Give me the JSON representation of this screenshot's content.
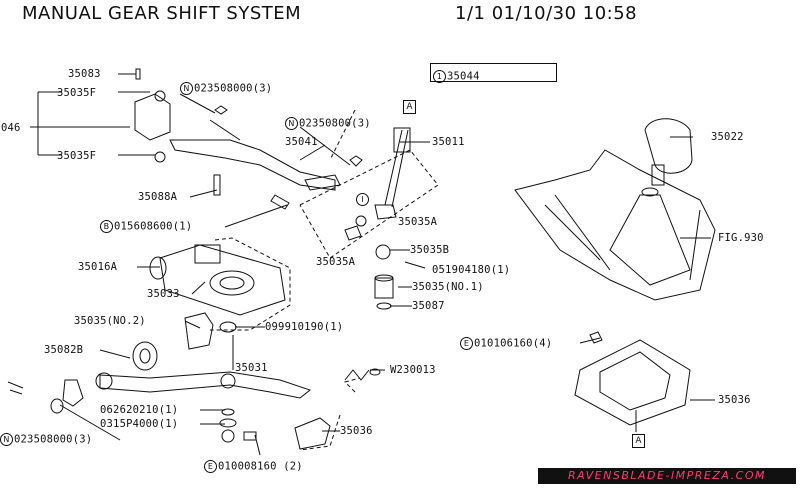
{
  "header": {
    "title": "MANUAL GEAR SHIFT SYSTEM",
    "stamp": "1/1 01/10/30 10:58"
  },
  "part_box": {
    "marker": "1",
    "number": "35044"
  },
  "markers": {
    "a_top": "A",
    "a_bottom": "A"
  },
  "labels": {
    "p35083": "35083",
    "p35035f_top": "35035F",
    "p046": "046",
    "p35035f_bot": "35035F",
    "n023508000_3": "023508000(3)",
    "n0235080000_3": "02350800(3)",
    "p35041": "35041",
    "p35011": "35011",
    "p35022": "35022",
    "p35088a": "35088A",
    "b015608600": "015608600(1)",
    "p35035a_r": "35035A",
    "fig930": "FIG.930",
    "p35016a": "35016A",
    "p35035a_l": "35035A",
    "p35035b": "35035B",
    "p051904180": "051904180(1)",
    "p35033": "35033",
    "p35035_no1": "35035(NO.1)",
    "p35087": "35087",
    "p35035_no2": "35035(NO.2)",
    "p099910190": "099910190(1)",
    "e010106160": "010106160(4)",
    "p35082b": "35082B",
    "p35031": "35031",
    "w230013": "W230013",
    "p35036_r": "35036",
    "p062620210": "062620210(1)",
    "p0315p4000": "0315P4000(1)",
    "p35036": "35036",
    "n023508000_bl": "023508000(3)",
    "e010008160": "010008160 (2)"
  },
  "circle_letters": {
    "n": "N",
    "b": "B",
    "e": "E",
    "i": "I"
  },
  "watermark": "RAVENSBLADE-IMPREZA.COM"
}
